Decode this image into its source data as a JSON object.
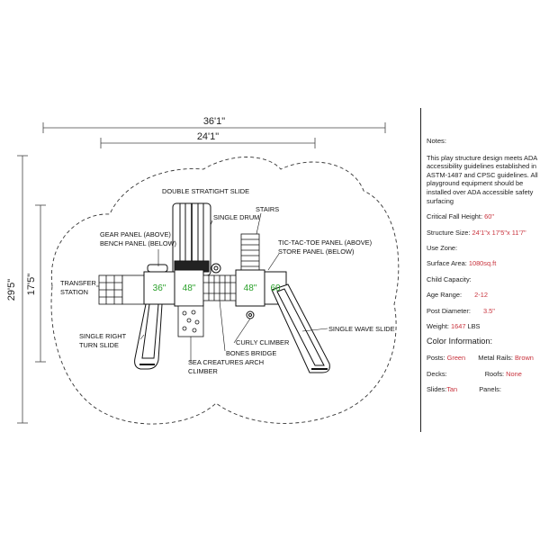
{
  "dimensions": {
    "overall_width": "36'1\"",
    "structure_width": "24'1\"",
    "overall_depth": "29'5\"",
    "structure_depth": "17'5\""
  },
  "components": {
    "double_straight_slide": "DOUBLE STRATIGHT SLIDE",
    "single_drum": "SINGLE DRUM",
    "stairs": "STAIRS",
    "gear_panel": "GEAR PANEL (ABOVE)",
    "bench_panel": "BENCH PANEL (BELOW)",
    "tic_tac_toe": "TIC-TAC-TOE PANEL (ABOVE)",
    "store_panel": "STORE PANEL (BELOW)",
    "transfer_line1": "TRANSFER",
    "transfer_line2": "STATION",
    "single_right_line1": "SINGLE RIGHT",
    "single_right_line2": "TURN SLIDE",
    "single_wave_slide": "SINGLE WAVE SLIDE",
    "curly_climber": "CURLY CLIMBER",
    "bones_bridge": "BONES BRIDGE",
    "sea_creatures_line1": "SEA CREATURES ARCH",
    "sea_creatures_line2": "CLIMBER"
  },
  "deck_heights": [
    "36\"",
    "48\"",
    "48\"",
    "60"
  ],
  "colors": {
    "deck_label": "#2aa02a",
    "value_text": "#c8323c",
    "line": "#111111"
  },
  "specs": {
    "notes_heading": "Notes:",
    "notes_text": "This play structure design meets ADA accessibility guidelines established in ASTM-1487 and CPSC guidelines. All playground equipment should be installed over ADA accessible safety surfacing",
    "critical_fall_height_label": "Critical Fall Height:",
    "critical_fall_height_value": "60\"",
    "structure_size_label": "Structure Size:",
    "structure_size_value": "24'1\"x 17'5\"x 11'7\"",
    "use_zone_label": "Use Zone:",
    "use_zone_value": "",
    "surface_area_label": "Surface Area:",
    "surface_area_value": "1080sq.ft",
    "child_capacity_label": "Child Capacity:",
    "child_capacity_value": "",
    "age_range_label": "Age Range:",
    "age_range_value": "2-12",
    "post_diameter_label": "Post Diameter:",
    "post_diameter_value": "3.5\"",
    "weight_label": "Weight:",
    "weight_value": "1647",
    "weight_unit": "LBS"
  },
  "color_info": {
    "title": "Color Information:",
    "posts_label": "Posts:",
    "posts_value": "Green",
    "metal_rails_label": "Metal Rails:",
    "metal_rails_value": "Brown",
    "decks_label": "Decks:",
    "decks_value": "",
    "roofs_label": "Roofs:",
    "roofs_value": "None",
    "slides_label": "Slides:",
    "slides_value": "Tan",
    "panels_label": "Panels:",
    "panels_value": ""
  }
}
